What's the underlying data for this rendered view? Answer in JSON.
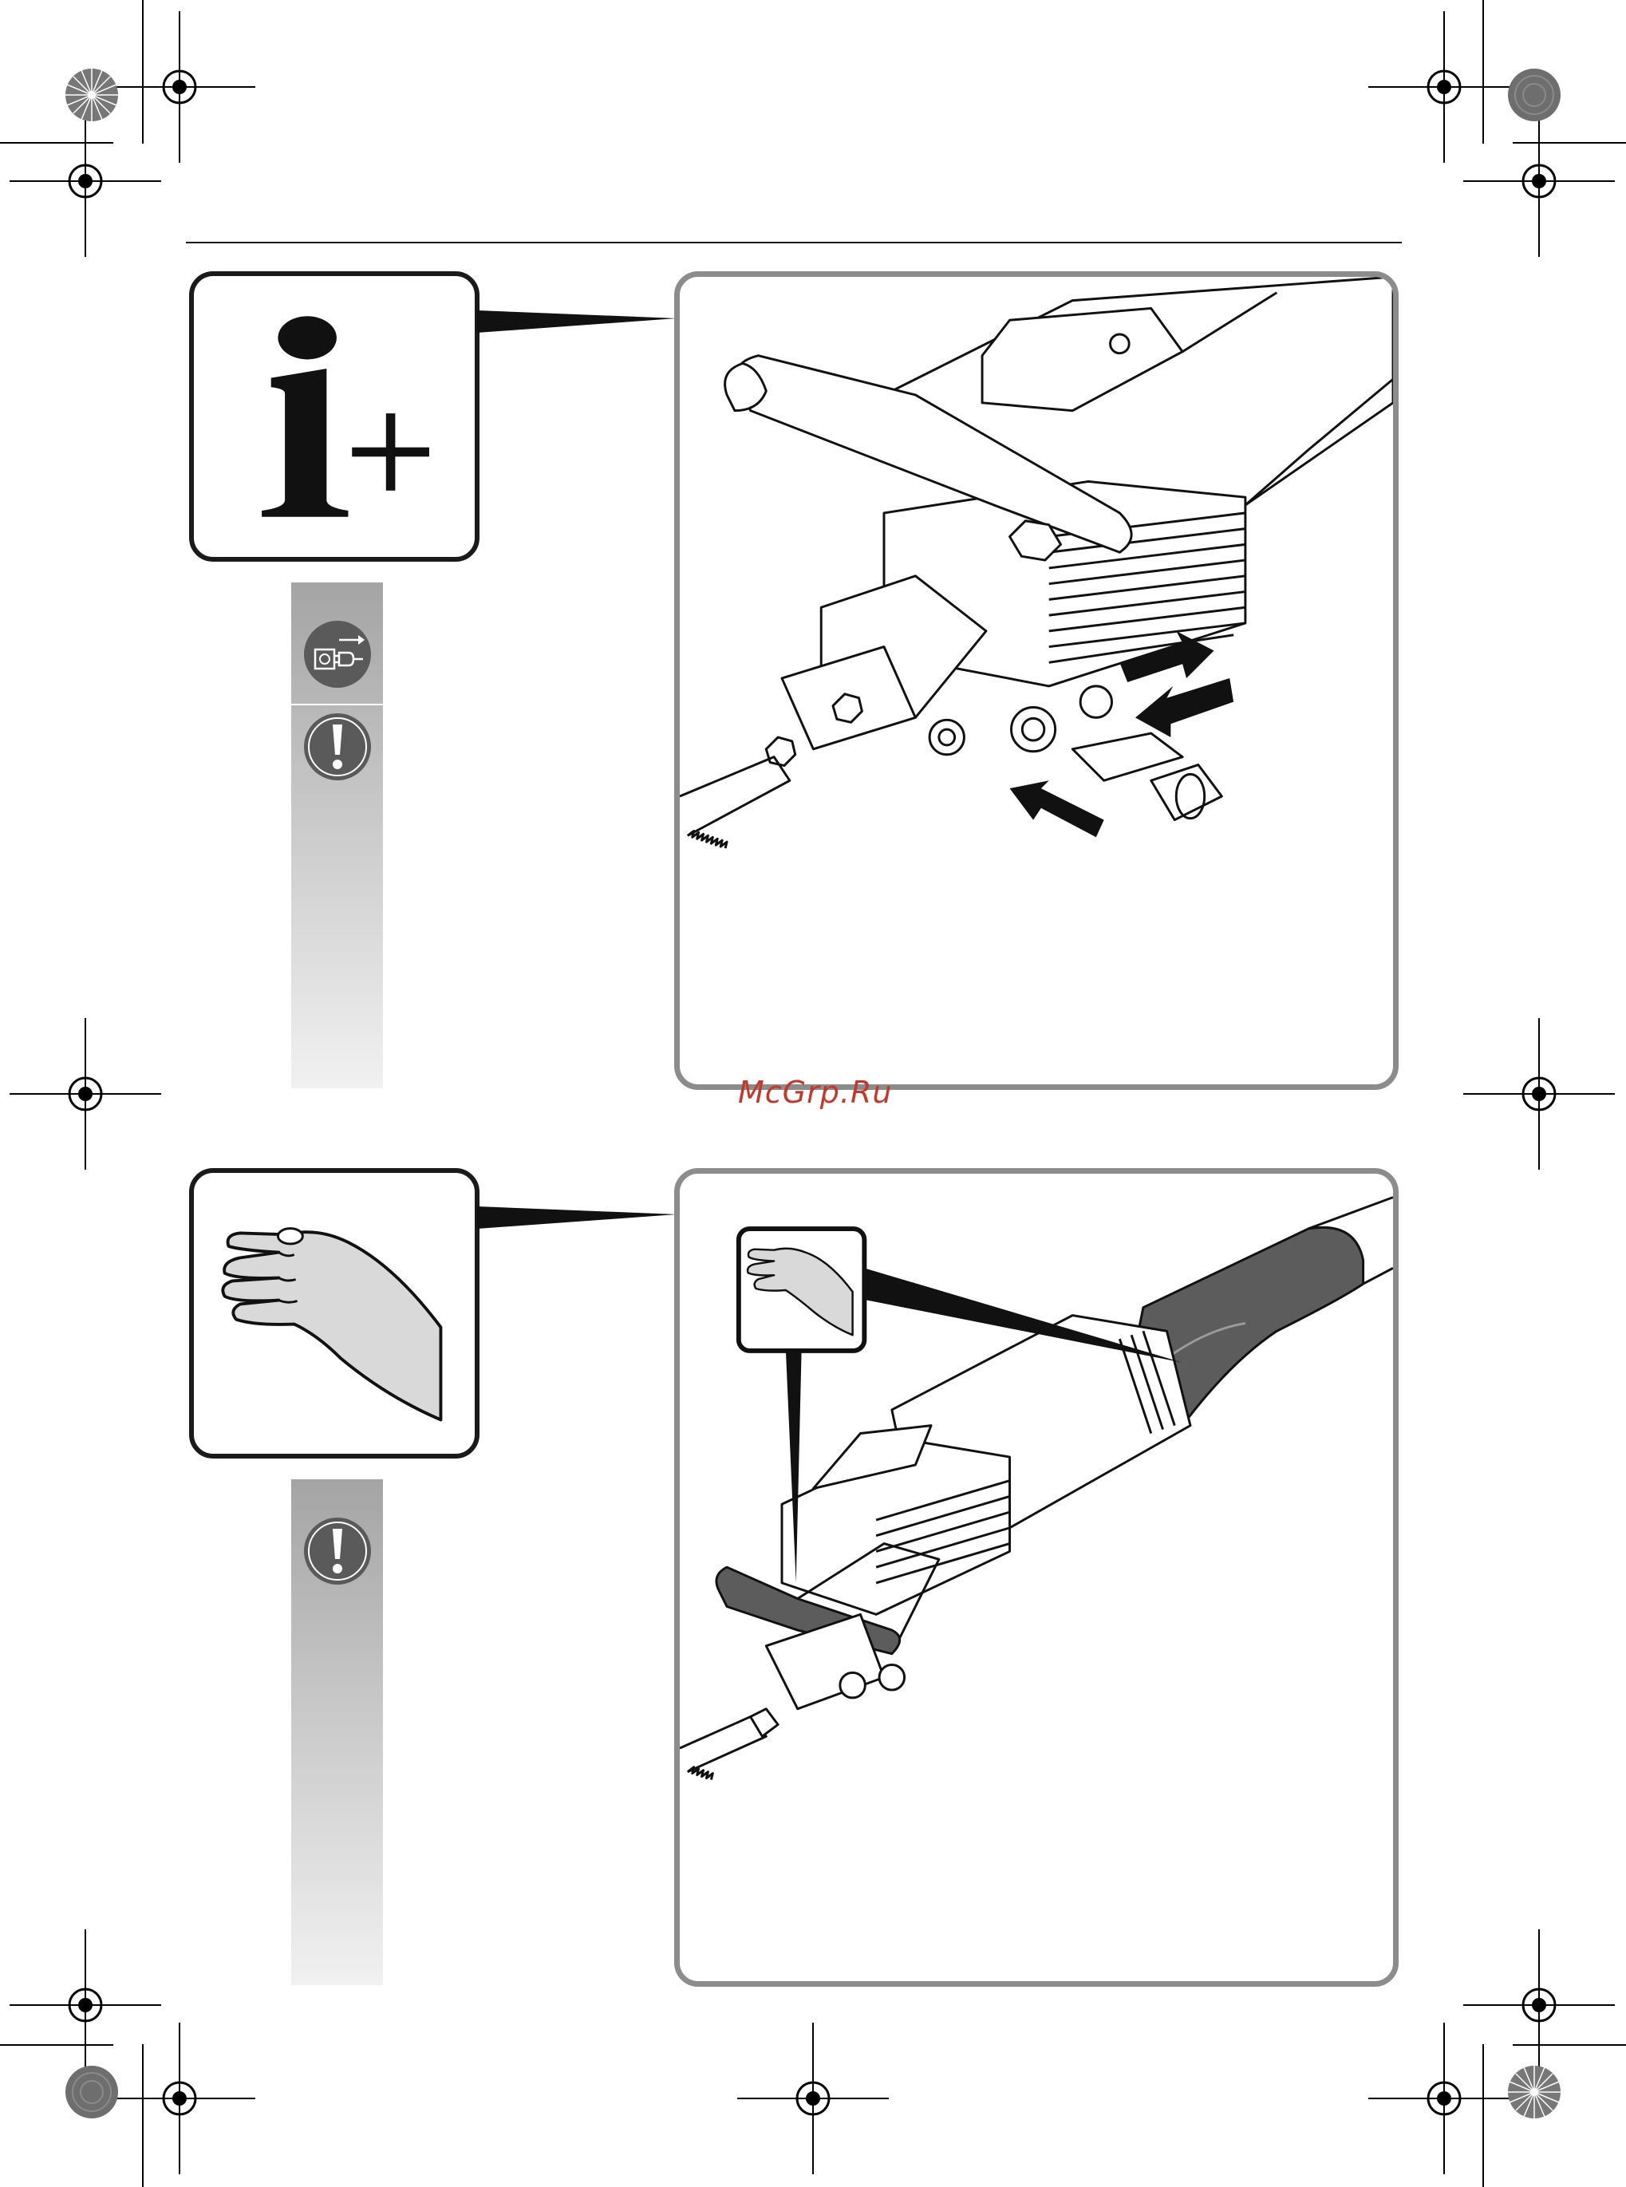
{
  "page": {
    "watermark": "McGrp.Ru"
  },
  "sections": [
    {
      "id": "top",
      "symbol_icon": "info-plus-icon",
      "strip_icons": [
        "unplug-icon",
        "warning-exclamation-icon"
      ],
      "figure": "blade-clamp-installation-illustration",
      "arrows": [
        "arrow-icon",
        "arrow-icon",
        "arrow-icon"
      ]
    },
    {
      "id": "bottom",
      "symbol_icon": "hand-grip-icon",
      "strip_icons": [
        "warning-exclamation-icon"
      ],
      "figure": "saber-saw-grip-illustration",
      "inset_icon": "hand-grip-icon"
    }
  ],
  "colors": {
    "frame_border": "#8c8c8c",
    "icon_border": "#1a1a1a",
    "badge_fill": "#5a5a5a",
    "watermark": "#c0392b"
  }
}
